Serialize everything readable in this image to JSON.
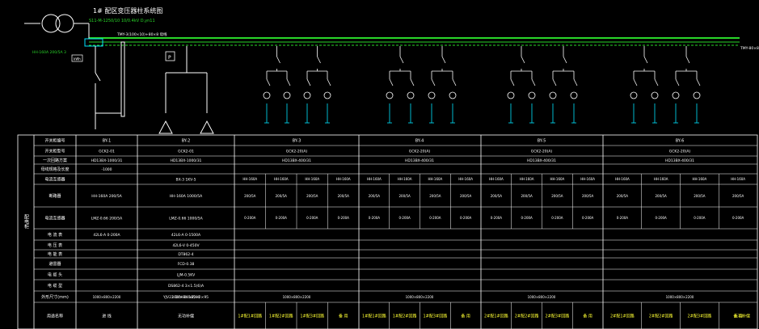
{
  "title": "1# 配区变压器柱系统图",
  "subtitle": "S11-M-1250/10  10/0.4kV  D,yn11",
  "bus_label": "TMY-3(100×10)+80×8 母线",
  "left_feed_label": "HH-160A  200/5A  3",
  "meter_box": "kWh",
  "box_p": "P",
  "outlet_label": "TMY-80×8",
  "panel_labels": [
    "BY-1",
    "BY-2",
    "BY-3",
    "BY-4",
    "BY-5",
    "BY-6"
  ],
  "row_headers": [
    "开关柜编号",
    "开关柜型号",
    "一次回路方案",
    "母线规格及长度",
    "电流互感器",
    "断路器",
    "电流互感器",
    "电 流 表",
    "电 压 表",
    "电 能 表",
    "避雷器",
    "电 缆 头",
    "电 缆 型",
    "外形尺寸(mm)",
    "用途名称"
  ],
  "side_label": "配电柜",
  "panel_models": [
    "GCK2-01",
    "GCK2-01",
    "GCK2-20(A)",
    "GCK2-20(A)",
    "GCK2-20(A)",
    "GCK2-20(A)"
  ],
  "scheme": [
    "HD13BX-1000/31",
    "HD13BX-1000/31",
    "HD13BX-400/31",
    "HD13BX-400/31",
    "HD13BX-400/31",
    "HD13BX-400/31"
  ],
  "busbar_length": "-1000",
  "col2_details": [
    "BX-3  1KV-5",
    "HH-160A  1000/5A",
    "LMZ-0.66  1000/5A",
    "42L6-A  0-1500A",
    "42L6-V  0-450V",
    "DT862-4",
    "FCD-0.38",
    "LJM-0.5KV",
    "DS862-4  3×1.5(6)A",
    "YJV22-1KV-3×185+2×95"
  ],
  "col1_details": [
    "HH-160A  200/5A",
    "LMZ-0.66  200/5A",
    "42L6-A  0-200A"
  ],
  "small_cb": "HH-160A",
  "small_ct": "200/5A",
  "small_amm": "0-200A",
  "dimensions": "1000×800×2200",
  "usage": [
    "进 线",
    "无功补偿",
    "1#配1#回路",
    "1#配2#回路",
    "1#配3#回路",
    "备 用",
    "1#配1#回路",
    "1#配2#回路",
    "1#配3#回路",
    "备 用",
    "2#配1#回路",
    "2#配2#回路",
    "2#配3#回路",
    "备 用",
    "2#配1#回路",
    "2#配2#回路",
    "2#配3#回路",
    "备 用",
    "无功补偿"
  ],
  "colors": {
    "line": "#ffffff",
    "green": "#29d629",
    "cyan": "#00e5ff",
    "yellow": "#ffff33"
  }
}
